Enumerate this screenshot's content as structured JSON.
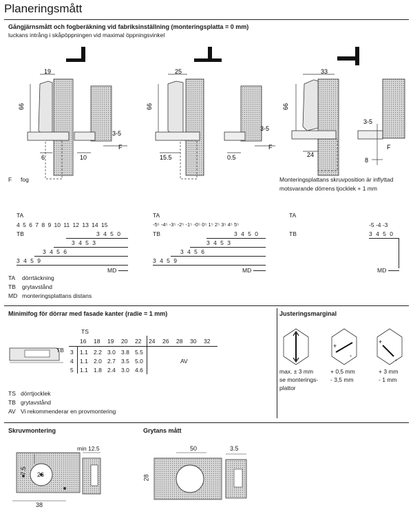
{
  "title": "Planeringsmått",
  "section1": {
    "heading": "Gångjärnsmått och fogberäkning vid fabriksinställning (monteringsplatta = 0 mm)",
    "subheading": "luckans intrång i skåpöppningen vid maximal öppningsvinkel",
    "fig1": {
      "w": "19",
      "h": "66",
      "gap": "3-5",
      "a": "6",
      "b": "10",
      "f": "F"
    },
    "fig2": {
      "w": "25",
      "h": "66",
      "gap": "3-5",
      "a": "15.5",
      "b": "0.5",
      "f": "F"
    },
    "fig3": {
      "w": "33",
      "h": "66",
      "gap": "3-5",
      "a": "24",
      "b": "8",
      "f": "F"
    },
    "f_label": "F",
    "f_text": "fog",
    "note_line1": "Monteringsplattans skruvposition är inflyttad",
    "note_line2": "motsvarande dörrens tjocklek + 1 mm"
  },
  "tables": {
    "t1": {
      "ta": "TA",
      "ta_values": "4  5  6  7  8  9  10 11 12 13 14 15",
      "tb": "TB",
      "rows": [
        "3  4  5  0",
        "3  4  5  3",
        "3  4  5  6",
        "3  4  5  9"
      ],
      "row_end": [
        "0",
        "3",
        "6",
        "9"
      ],
      "md": "MD"
    },
    "t2": {
      "ta": "TA",
      "ta_values": "-5⁵ -4⁵ -3⁵ -2⁵ -1⁵ -0⁵ 0⁵ 1⁵ 2⁵ 3⁵ 4⁵ 5⁵",
      "tb": "TB",
      "row_end": [
        "0",
        "3",
        "6",
        "9"
      ],
      "md": "MD"
    },
    "t3": {
      "ta": "TA",
      "ta_values": "-5  -4  -3",
      "tb": "TB",
      "row": "3  4  5  0",
      "md": "MD"
    },
    "legend": [
      {
        "key": "TA",
        "text": "dörrtäckning"
      },
      {
        "key": "TB",
        "text": "grytavstånd"
      },
      {
        "key": "MD",
        "text": "monteringsplattans distans"
      }
    ]
  },
  "minimifog": {
    "heading": "Minimifog för dörrar med fasade kanter (radie = 1 mm)",
    "ts": "TS",
    "tb": "TB",
    "columns": [
      "16",
      "18",
      "19",
      "20",
      "22",
      "24",
      "26",
      "28",
      "30",
      "32"
    ],
    "rows": [
      {
        "tb": "3",
        "vals": [
          "1.1",
          "2.2",
          "3.0",
          "3.8",
          "5.5"
        ]
      },
      {
        "tb": "4",
        "vals": [
          "1.1",
          "2.0",
          "2.7",
          "3.5",
          "5.0"
        ]
      },
      {
        "tb": "5",
        "vals": [
          "1.1",
          "1.8",
          "2.4",
          "3.0",
          "4.6"
        ]
      }
    ],
    "av": "AV",
    "legend": [
      {
        "key": "TS",
        "text": "dörrtjocklek"
      },
      {
        "key": "TB",
        "text": "grytavstånd"
      },
      {
        "key": "AV",
        "text": "Vi rekommenderar en provmontering"
      }
    ]
  },
  "justering": {
    "heading": "Justeringsmarginal",
    "items": [
      {
        "l1": "max. ± 3 mm",
        "l2": "se monterings-",
        "l3": "plattor"
      },
      {
        "l1": "+ 0,5 mm",
        "l2": "- 3,5 mm",
        "l3": ""
      },
      {
        "l1": "+ 3 mm",
        "l2": "- 1 mm",
        "l3": ""
      }
    ]
  },
  "skruv": {
    "heading": "Skruvmontering",
    "d1": "7.5",
    "d2": "26",
    "d3": "38",
    "min": "min 12.5"
  },
  "grytan": {
    "heading": "Grytans mått",
    "d1": "50",
    "d2": "3.5",
    "d3": "28"
  }
}
